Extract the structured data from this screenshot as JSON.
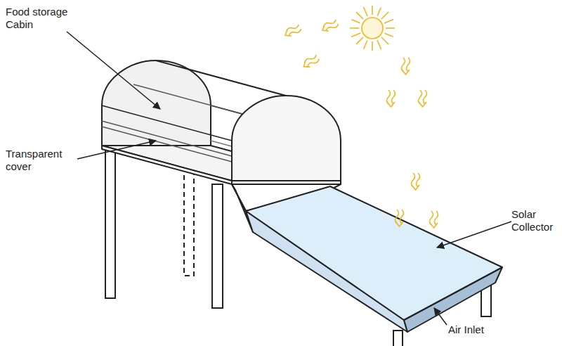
{
  "diagram": {
    "labels": [
      "Food storage Cabin",
      "Transparent cover",
      "Solar Collector",
      "Air Inlet"
    ]
  }
}
